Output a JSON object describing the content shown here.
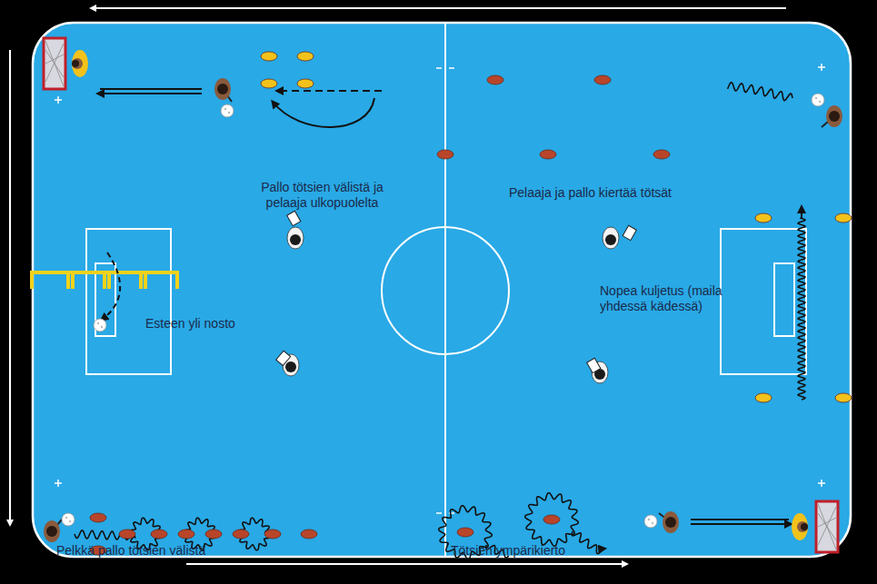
{
  "diagram": {
    "labels": [
      "Pallo tötsien välistä ja pelaaja ulkopuolelta",
      "Pelaaja ja pallo kiertää tötsät",
      "Esteen yli nosto",
      "Nopea kuljetus (maila yhdessä kädessä)",
      "Pelkkä pallo tötsien välistä",
      "Tötsien ympärikierto"
    ]
  }
}
